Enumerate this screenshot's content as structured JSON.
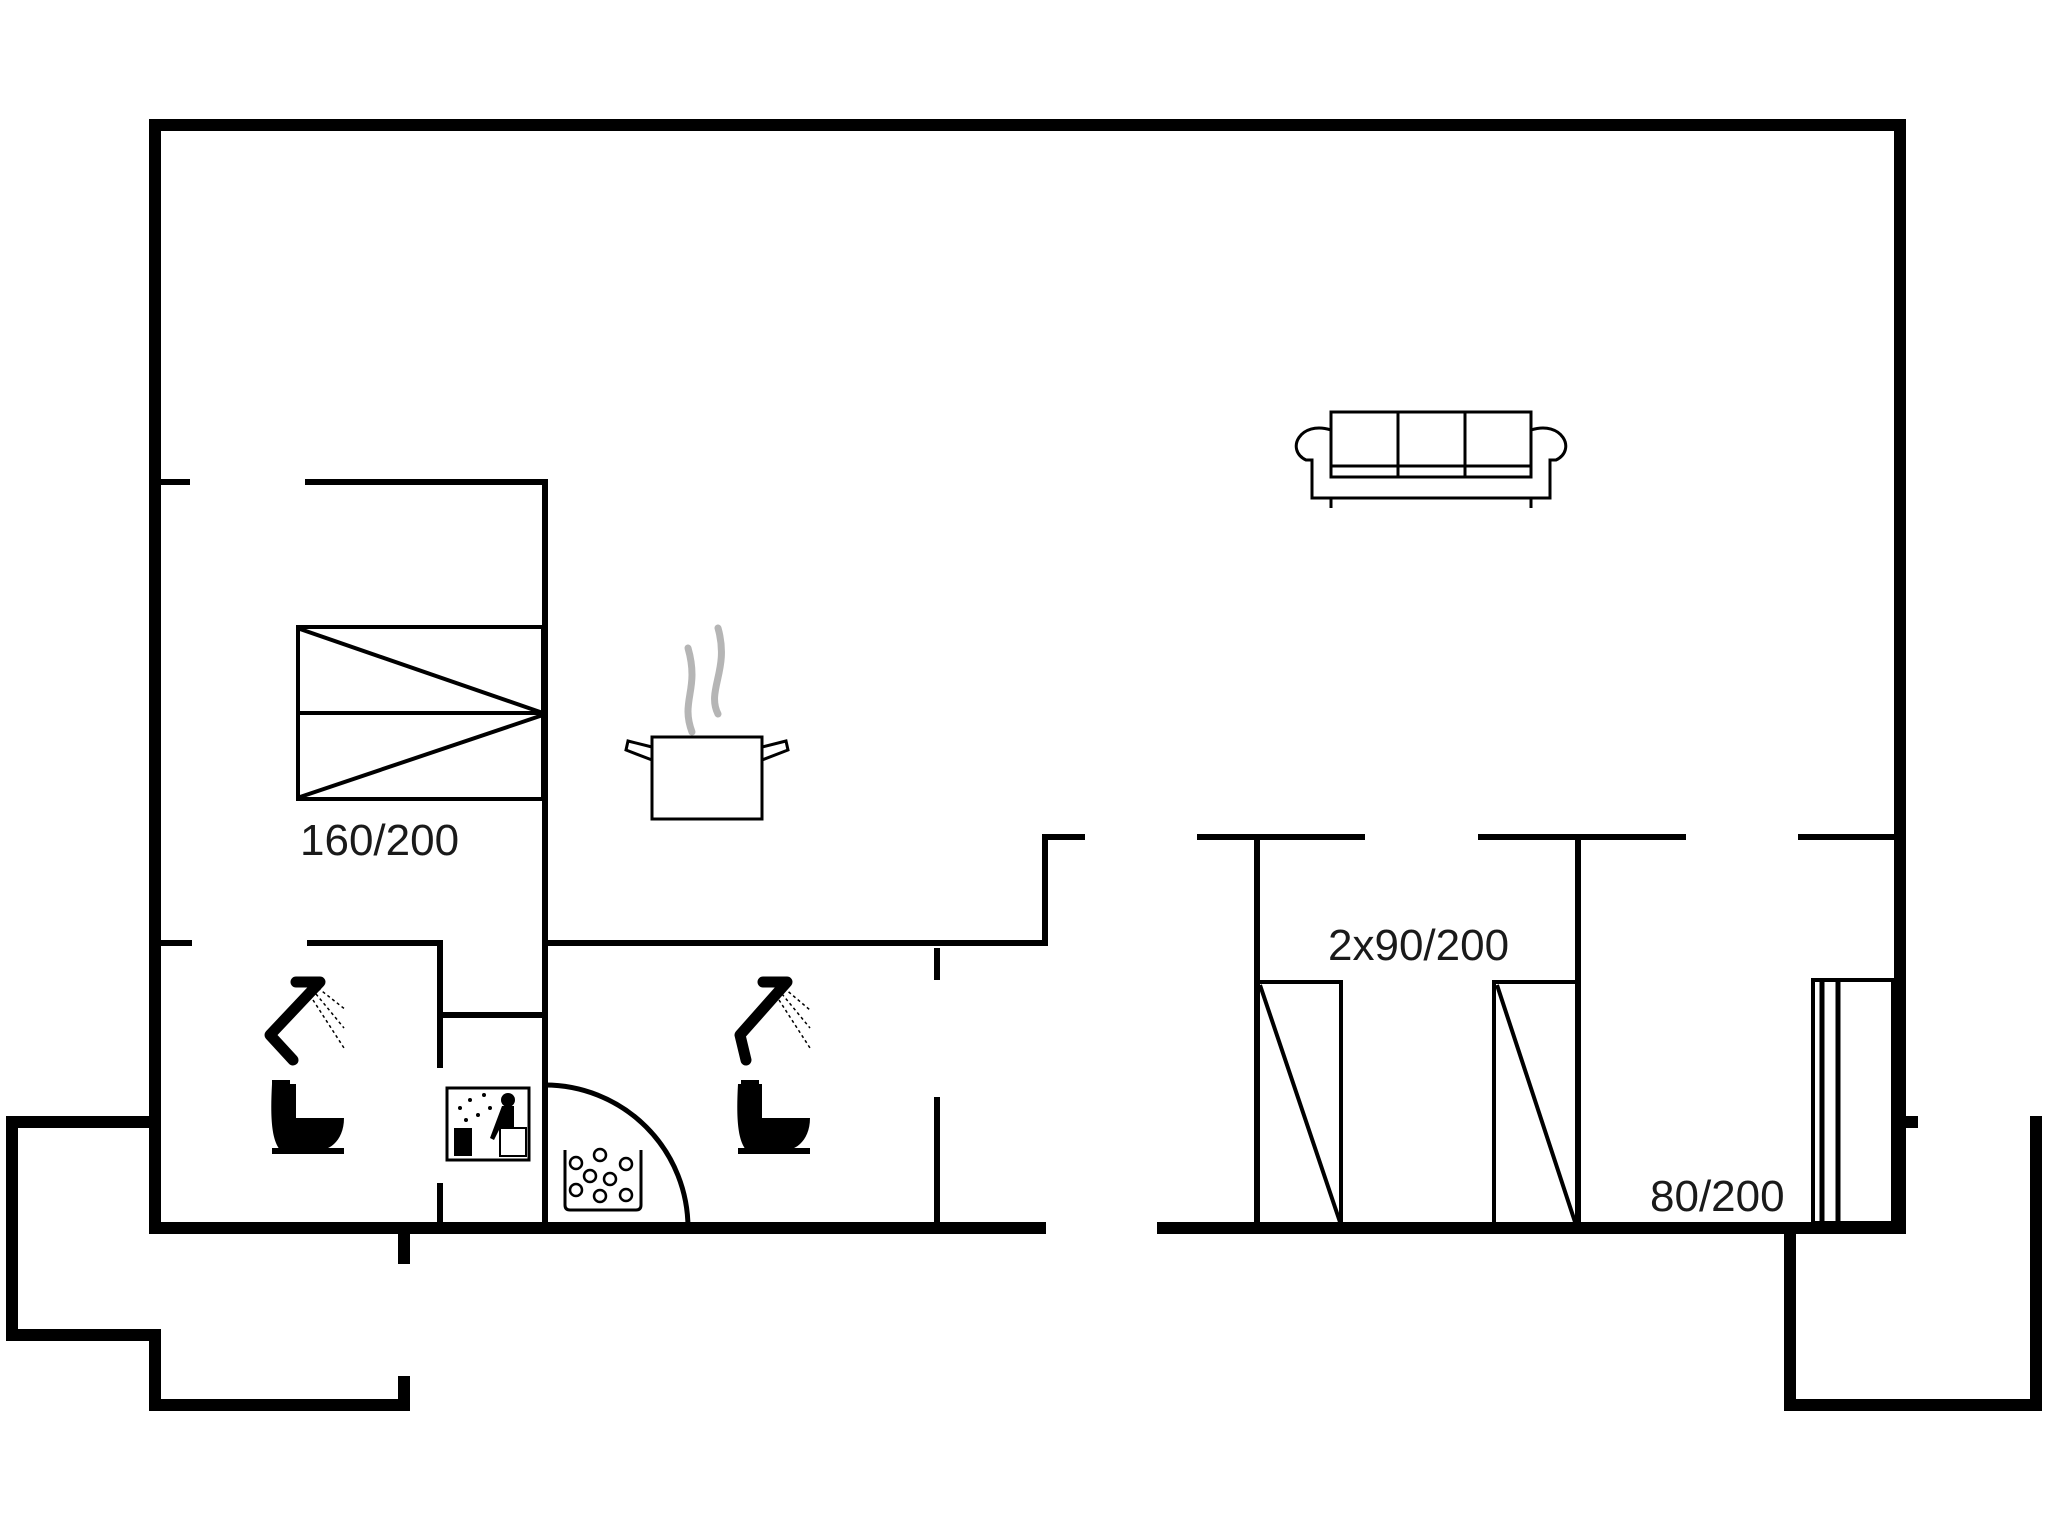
{
  "plan": {
    "wall_color": "#000000",
    "steam_color": "#b5b5b5",
    "background": "#ffffff"
  },
  "labels": {
    "double_bed": "160/200",
    "twin_beds": "2x90/200",
    "single_bed": "80/200"
  },
  "icons": [
    {
      "name": "sofa-icon"
    },
    {
      "name": "cooking-pot-icon"
    },
    {
      "name": "shower-icon"
    },
    {
      "name": "toilet-icon"
    },
    {
      "name": "sauna-icon"
    },
    {
      "name": "whirlpool-icon"
    }
  ]
}
